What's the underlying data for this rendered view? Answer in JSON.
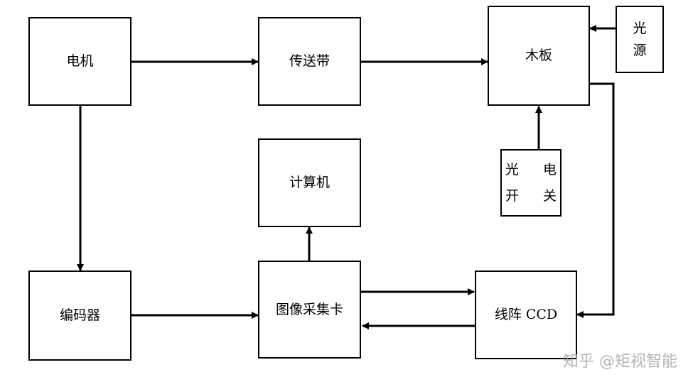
{
  "nodes": {
    "motor": "电机",
    "conveyor": "传送带",
    "board": "木板",
    "light_source": [
      "光",
      "源"
    ],
    "photoswitch": [
      "光 电",
      "开 关"
    ],
    "computer": "计算机",
    "encoder": "编码器",
    "capture_card": "图像采集卡",
    "line_ccd": "线阵 CCD"
  },
  "edges": [
    {
      "from": "motor",
      "to": "conveyor"
    },
    {
      "from": "conveyor",
      "to": "board"
    },
    {
      "from": "light_source",
      "to": "board"
    },
    {
      "from": "photoswitch",
      "to": "board"
    },
    {
      "from": "motor",
      "to": "encoder"
    },
    {
      "from": "encoder",
      "to": "capture_card"
    },
    {
      "from": "capture_card",
      "to": "computer"
    },
    {
      "from": "capture_card",
      "to": "line_ccd"
    },
    {
      "from": "line_ccd",
      "to": "capture_card"
    },
    {
      "from": "board",
      "to": "line_ccd"
    }
  ],
  "watermark": "知乎 @矩视智能"
}
